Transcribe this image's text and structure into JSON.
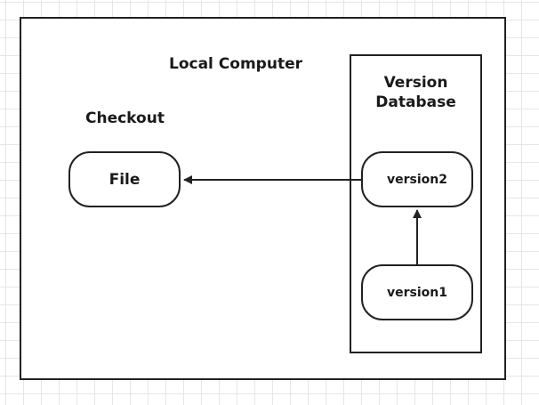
{
  "diagram": {
    "container_label": "Local Computer",
    "action_label": "Checkout",
    "database_label": "Version\nDatabase",
    "nodes": {
      "file": "File",
      "version2": "version2",
      "version1": "version1"
    },
    "edges": [
      {
        "from": "version1",
        "to": "version2"
      },
      {
        "from": "version2",
        "to": "file"
      }
    ],
    "colors": {
      "stroke": "#222222",
      "background": "#ffffff",
      "grid": "#e6e6e6"
    }
  }
}
